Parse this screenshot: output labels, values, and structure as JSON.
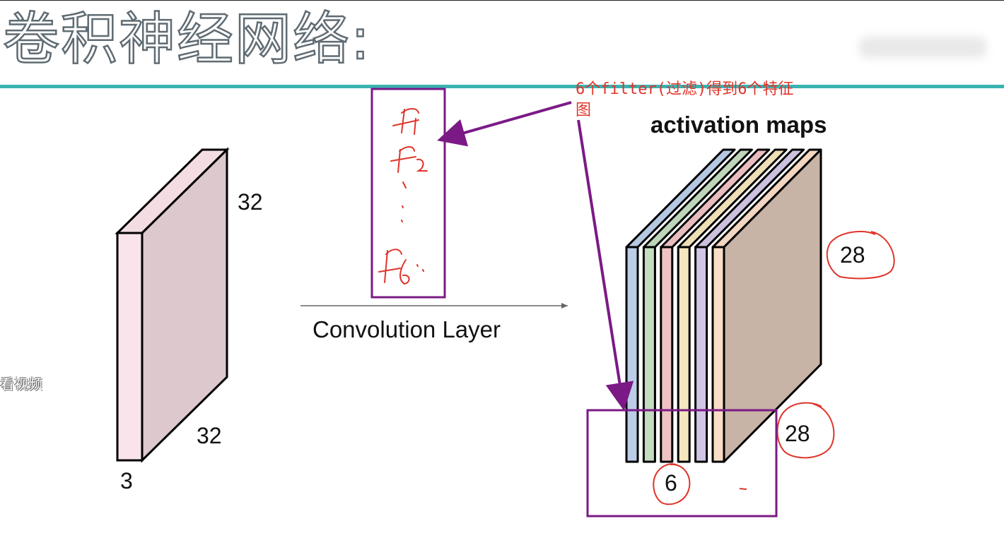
{
  "slide": {
    "title": "卷积神经网络:",
    "watermark": "看视频"
  },
  "input_volume": {
    "height": "32",
    "width": "32",
    "depth": "3",
    "colors": {
      "front": "#f8e4ea",
      "side": "#dcc8cd"
    }
  },
  "convolution": {
    "label": "Convolution Layer"
  },
  "filters": {
    "handwritten": [
      "f1",
      "f2",
      "、",
      "...",
      "f6"
    ]
  },
  "annotation": {
    "text": "6个filter(过滤)得到6个特征图",
    "color": "#e0342a",
    "arrow_color": "#7b1a86"
  },
  "activation_maps": {
    "label": "activation maps",
    "height": "28",
    "width": "28",
    "count": "6",
    "slice_colors": [
      "#bccde8",
      "#c4dcc0",
      "#efc2c4",
      "#f5e6bd",
      "#d2c6e6",
      "#f9ddc6"
    ],
    "back_color": "#c8b4a6"
  }
}
